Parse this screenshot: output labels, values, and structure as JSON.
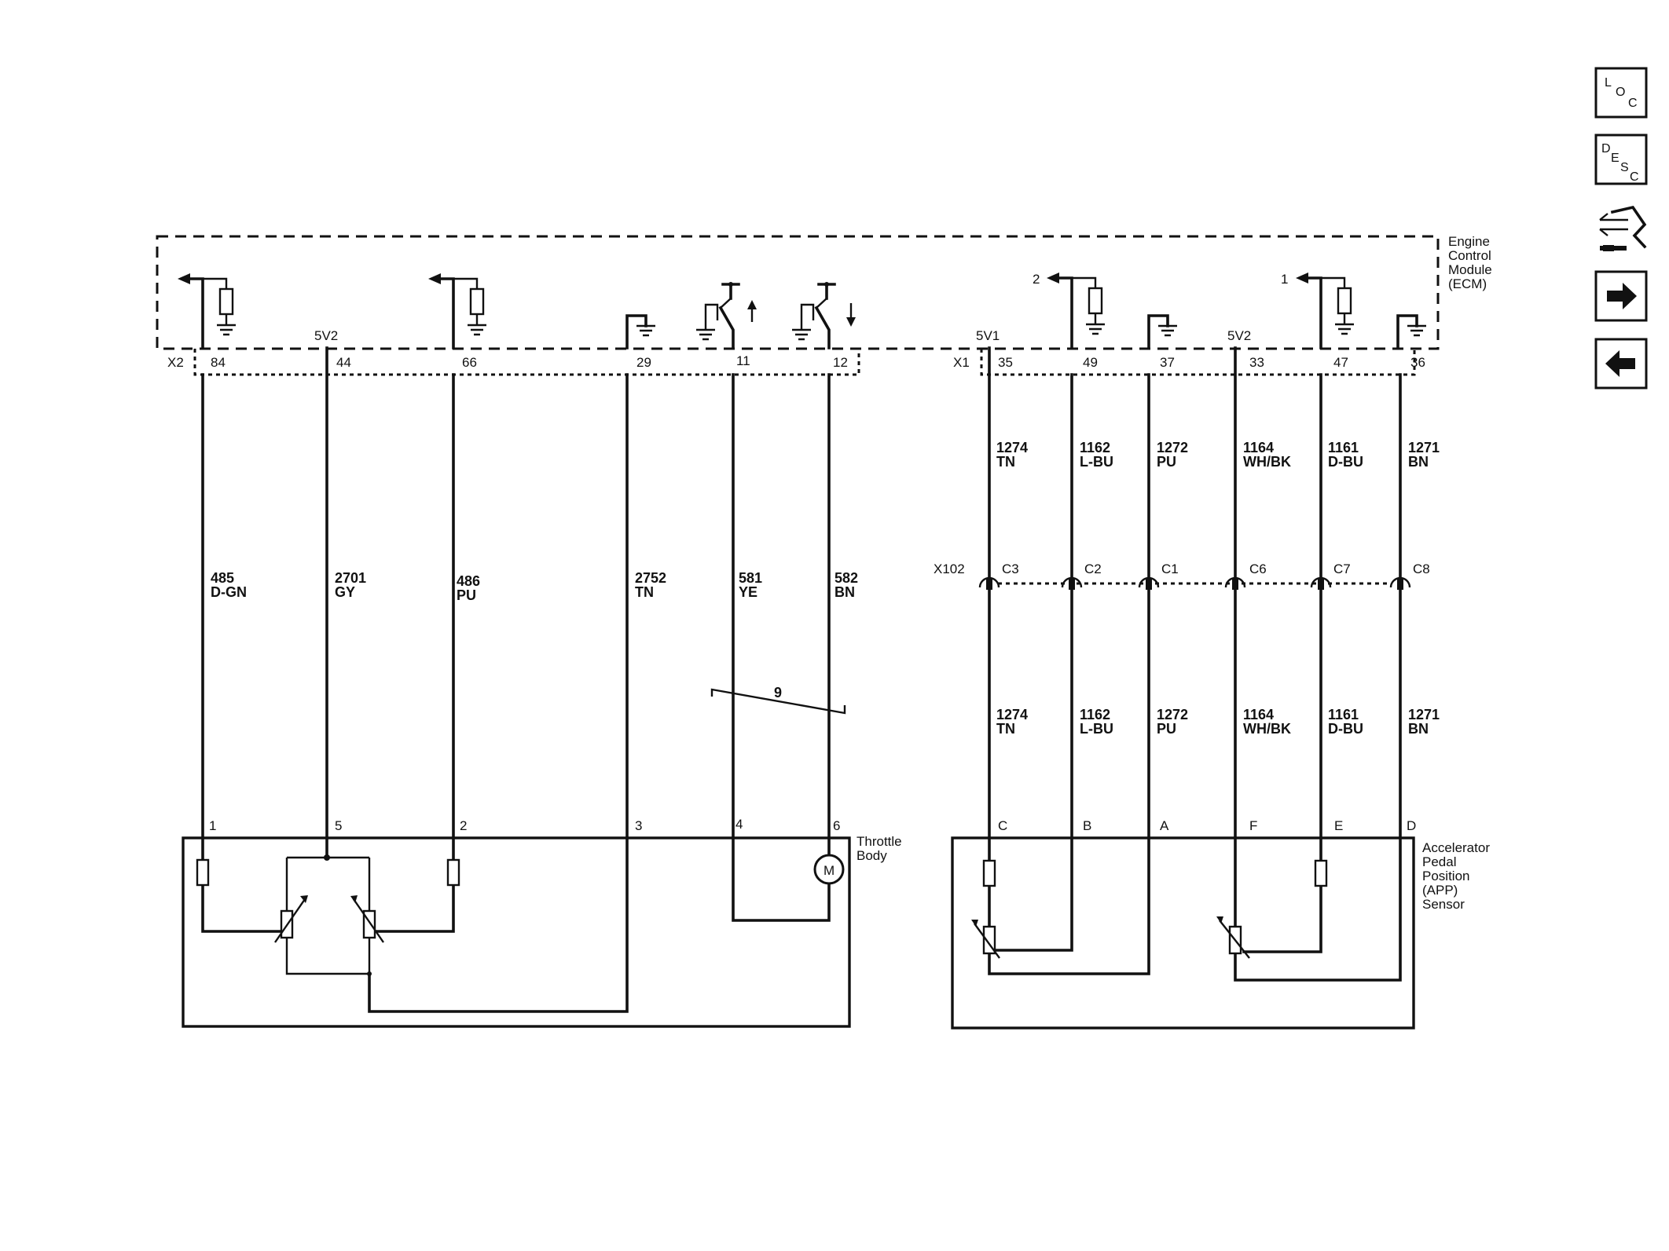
{
  "ecm": {
    "label_lines": [
      "Engine",
      "Control",
      "Module",
      "(ECM)"
    ],
    "conn_x2": "X2",
    "conn_x1": "X1",
    "left_pins": [
      "84",
      "44",
      "66",
      "29",
      "11",
      "12"
    ],
    "left_ref": [
      "5V2"
    ],
    "right_pins": [
      "35",
      "49",
      "37",
      "33",
      "47",
      "36"
    ],
    "right_refs": [
      "5V1",
      "5V2"
    ],
    "sig_arrow_labels": [
      "2",
      "1"
    ]
  },
  "left_wires": [
    {
      "circuit": "485",
      "color": "D-GN"
    },
    {
      "circuit": "2701",
      "color": "GY"
    },
    {
      "circuit": "486",
      "color": "PU"
    },
    {
      "circuit": "2752",
      "color": "TN"
    },
    {
      "circuit": "581",
      "color": "YE"
    },
    {
      "circuit": "582",
      "color": "BN"
    }
  ],
  "right_wires": [
    {
      "circuit": "1274",
      "color": "TN"
    },
    {
      "circuit": "1162",
      "color": "L-BU"
    },
    {
      "circuit": "1272",
      "color": "PU"
    },
    {
      "circuit": "1164",
      "color": "WH/BK"
    },
    {
      "circuit": "1161",
      "color": "D-BU"
    },
    {
      "circuit": "1271",
      "color": "BN"
    }
  ],
  "inline_connector": {
    "name": "X102",
    "cavities": [
      "C3",
      "C2",
      "C1",
      "C6",
      "C7",
      "C8"
    ]
  },
  "twisted_pair_label": "9",
  "throttle_body": {
    "label_lines": [
      "Throttle",
      "Body"
    ],
    "pins": [
      "1",
      "5",
      "2",
      "3",
      "4",
      "6"
    ],
    "motor_symbol": "M"
  },
  "app_sensor": {
    "label_lines": [
      "Accelerator",
      "Pedal",
      "Position",
      "(APP)",
      "Sensor"
    ],
    "pins": [
      "C",
      "B",
      "A",
      "F",
      "E",
      "D"
    ]
  },
  "nav": {
    "loc": [
      "L",
      "O",
      "C"
    ],
    "desc": [
      "D",
      "E",
      "S",
      "C"
    ]
  }
}
